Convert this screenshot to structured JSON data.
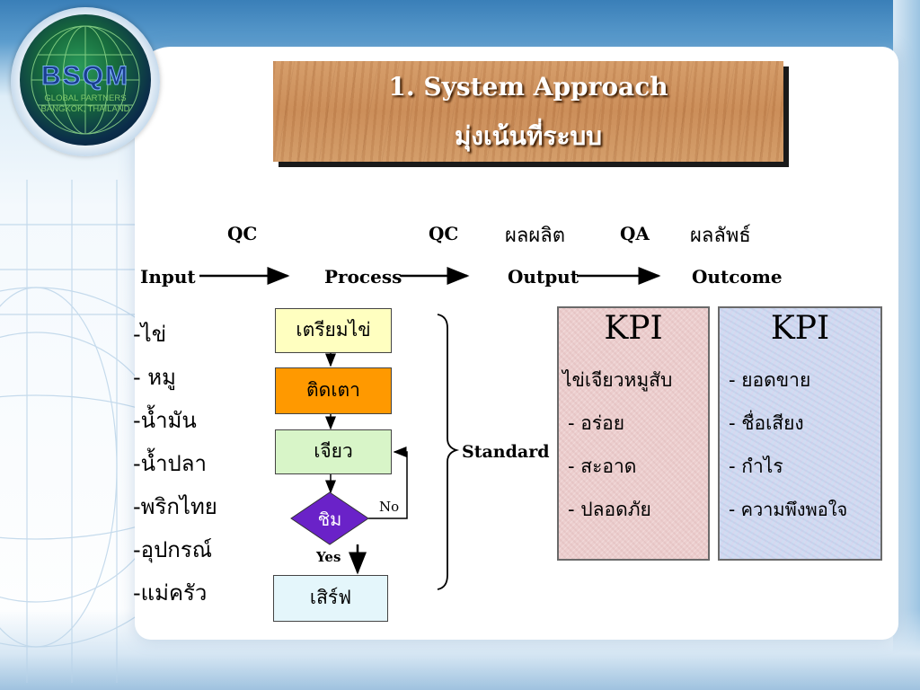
{
  "logo": {
    "name": "BSQM",
    "line1": "GLOBAL PARTNERS",
    "line2": "BANGKOK, THAILAND"
  },
  "title": {
    "line1": "1.  System Approach",
    "line2": "มุ่งเน้นที่ระบบ"
  },
  "flow_top": {
    "qc1": "QC",
    "qc2": "QC",
    "product": "ผลผลิต",
    "qa": "QA",
    "result": "ผลลัพธ์"
  },
  "flow": {
    "input": "Input",
    "process": "Process",
    "output": "Output",
    "outcome": "Outcome"
  },
  "inputs": [
    "-ไข่",
    "-  หมู",
    "-น้ำมัน",
    "-น้ำปลา",
    "-พริกไทย",
    "-อุปกรณ์",
    "-แม่ครัว"
  ],
  "process": {
    "prepare": "เตรียมไข่",
    "fire": "ติดเตา",
    "fry": "เจียว",
    "taste": "ชิม",
    "no": "No",
    "yes": "Yes",
    "serve": "เสิร์ฟ"
  },
  "standard": "Standard",
  "kpi_output": {
    "title": "KPI",
    "items": [
      "ไข่เจียวหมูสับ",
      "- อร่อย",
      "- สะอาด",
      "- ปลอดภัย"
    ]
  },
  "kpi_outcome": {
    "title": "KPI",
    "items": [
      "- ยอดขาย",
      "- ชื่อเสียง",
      "- กำไร",
      "- ความพึงพอใจ"
    ]
  },
  "colors": {
    "prepare": "#ffffc0",
    "fire": "#ff9900",
    "fry": "#d8f5c8",
    "taste": "#6a22c8",
    "serve": "#e4f6fb",
    "kpi_output": "#eccece",
    "kpi_outcome": "#d0dcf2"
  }
}
